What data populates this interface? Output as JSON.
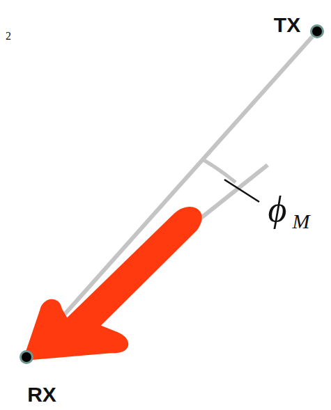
{
  "diagram": {
    "nodes": [
      {
        "text": [
          "TX"
        ]
      },
      {
        "text": [
          "RX"
        ]
      }
    ],
    "edges": [
      {
        "from": 0,
        "to": 1,
        "arrow": "none"
      }
    ],
    "labels": [
      "2",
      "ϕ",
      "M"
    ]
  }
}
